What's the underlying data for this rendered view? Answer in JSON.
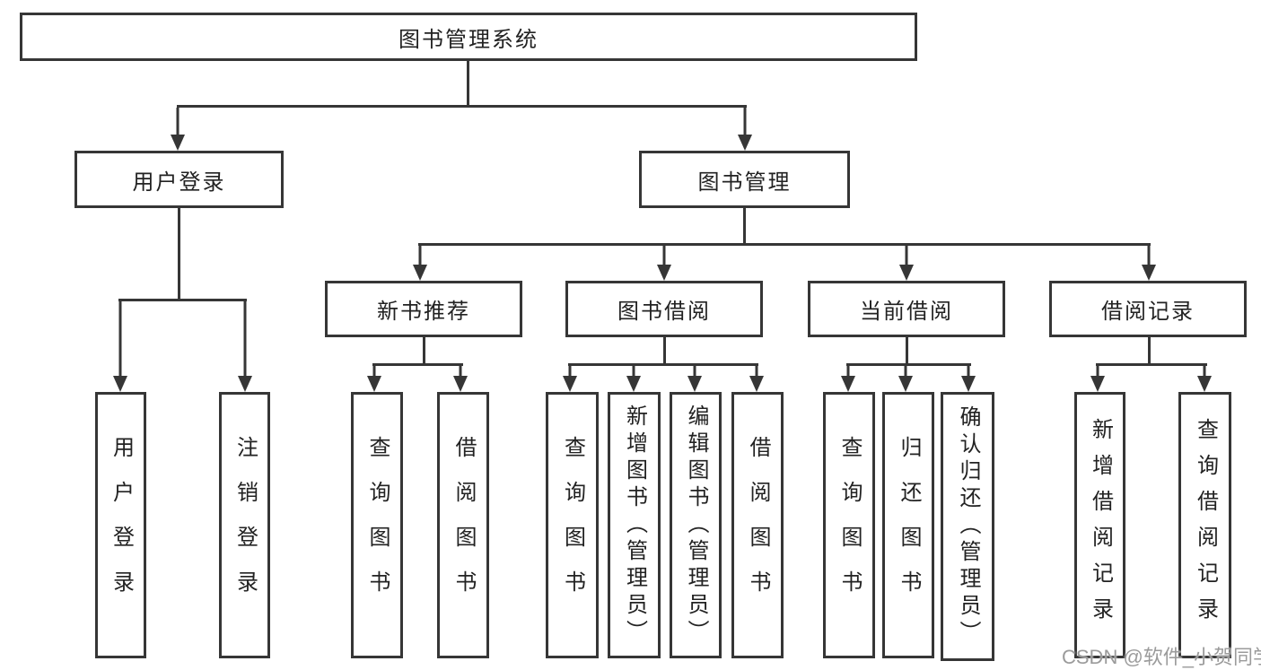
{
  "diagram": {
    "title_node": {
      "label": "图书管理系统"
    },
    "level2": {
      "user_login": {
        "label": "用户登录"
      },
      "book_management": {
        "label": "图书管理"
      }
    },
    "level3": {
      "new_book_recommend": {
        "label": "新书推荐"
      },
      "book_borrowing": {
        "label": "图书借阅"
      },
      "current_borrowing": {
        "label": "当前借阅"
      },
      "borrowing_records": {
        "label": "借阅记录"
      }
    },
    "leaves": {
      "user_login": [
        "用户登录",
        "注销登录"
      ],
      "new_book_recommend": [
        "查询图书",
        "借阅图书"
      ],
      "book_borrowing": [
        "查询图书",
        "新增图书（管理员）",
        "编辑图书（管理员）",
        "借阅图书"
      ],
      "current_borrowing": [
        "查询图书",
        "归还图书",
        "确认归还（管理员）"
      ],
      "borrowing_records": [
        "新增借阅记录",
        "查询借阅记录"
      ]
    },
    "watermark": "CSDN @软件_小贺同学",
    "colors": {
      "line": "#363636",
      "text": "#222222",
      "watermark": "#9b9b9b",
      "background": "#ffffff"
    }
  }
}
